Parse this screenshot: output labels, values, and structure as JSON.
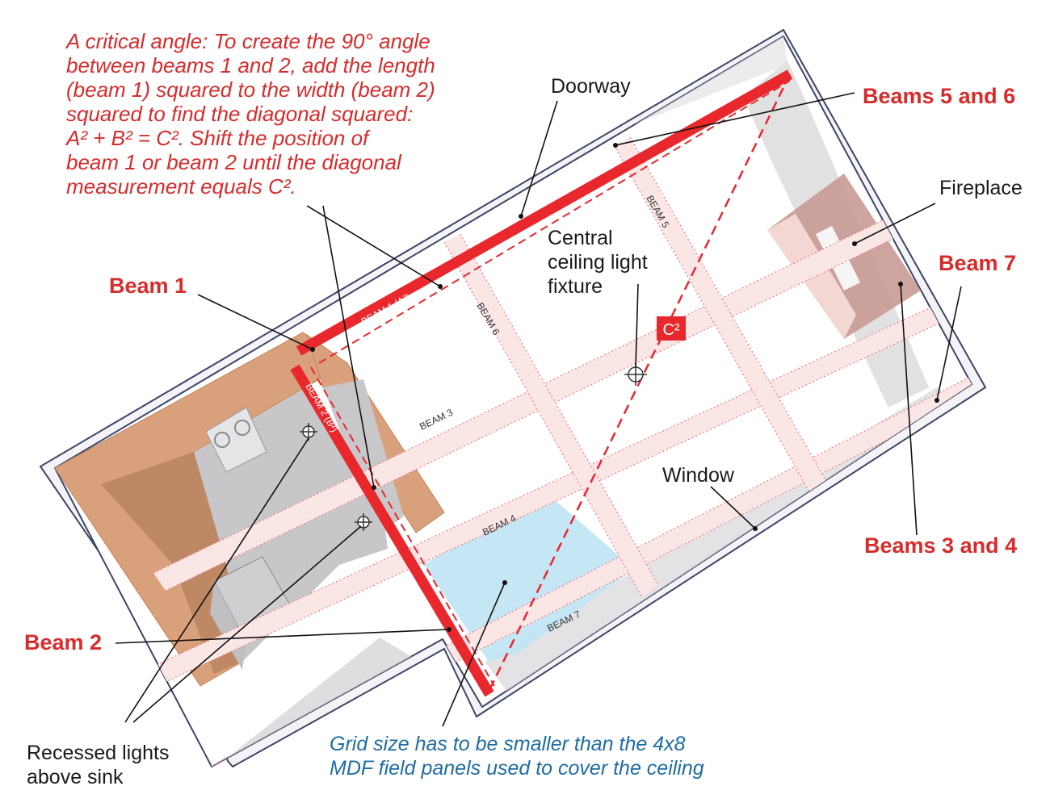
{
  "notes": {
    "critical_angle": "A critical angle: To create the 90° angle\nbetween beams 1 and 2, add the length\n(beam 1) squared to the width (beam 2)\nsquared to find the diagonal squared:\nA² + B² = C². Shift the position of\nbeam 1 or beam 2 until the diagonal\nmeasurement equals C².",
    "grid_size": "Grid size has to be smaller than the 4x8\nMDF field panels used to cover the ceiling"
  },
  "labels": {
    "doorway": "Doorway",
    "fireplace": "Fireplace",
    "central_light": "Central\nceiling light\nfixture",
    "window": "Window",
    "recessed_lights": "Recessed lights\nabove sink"
  },
  "callouts": {
    "beam1": "Beam 1",
    "beam2": "Beam 2",
    "beams56": "Beams 5 and 6",
    "beam7": "Beam 7",
    "beams34": "Beams 3 and 4"
  },
  "beam_tags": {
    "beam1": "BEAM 1 (A²)",
    "beam2": "BEAM 2 (B²)",
    "beam3": "BEAM 3",
    "beam4": "BEAM 4",
    "beam5": "BEAM 5",
    "beam6": "BEAM 6",
    "beam7": "BEAM 7"
  },
  "diagonal_tag": "C²",
  "colors": {
    "beam_red": "#e8282c",
    "wall_outline": "#3d4566",
    "cabinet": "#d9a07c",
    "panel_blue": "#bfe3f3",
    "fireplace": "#c99a93"
  }
}
